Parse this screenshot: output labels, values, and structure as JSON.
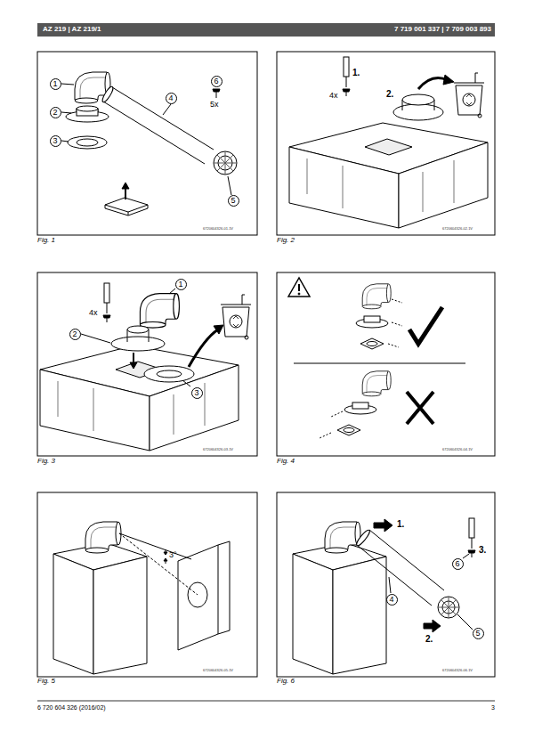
{
  "diagram": {
    "labels": [
      "AZ 219 | AZ 219/1",
      "7 719 001 337 | 7 709 003 893",
      "1",
      "2",
      "3",
      "4",
      "5",
      "6",
      "5x",
      "6720604326-01.1V",
      "Fig. 1",
      "1.",
      "4x",
      "2.",
      "6720604326-02.1V",
      "Fig. 2",
      "1",
      "4x",
      "2",
      "3",
      "6720604326-03.1V",
      "Fig. 3",
      "6720604326-04.1V",
      "Fig. 4",
      "3°",
      "6720604326-05.1V",
      "Fig. 5",
      "1.",
      "4",
      "6",
      "3.",
      "2.",
      "5",
      "6720604326-06.1V",
      "Fig. 6",
      "6 720 604 326 (2016/02)",
      "3"
    ]
  }
}
